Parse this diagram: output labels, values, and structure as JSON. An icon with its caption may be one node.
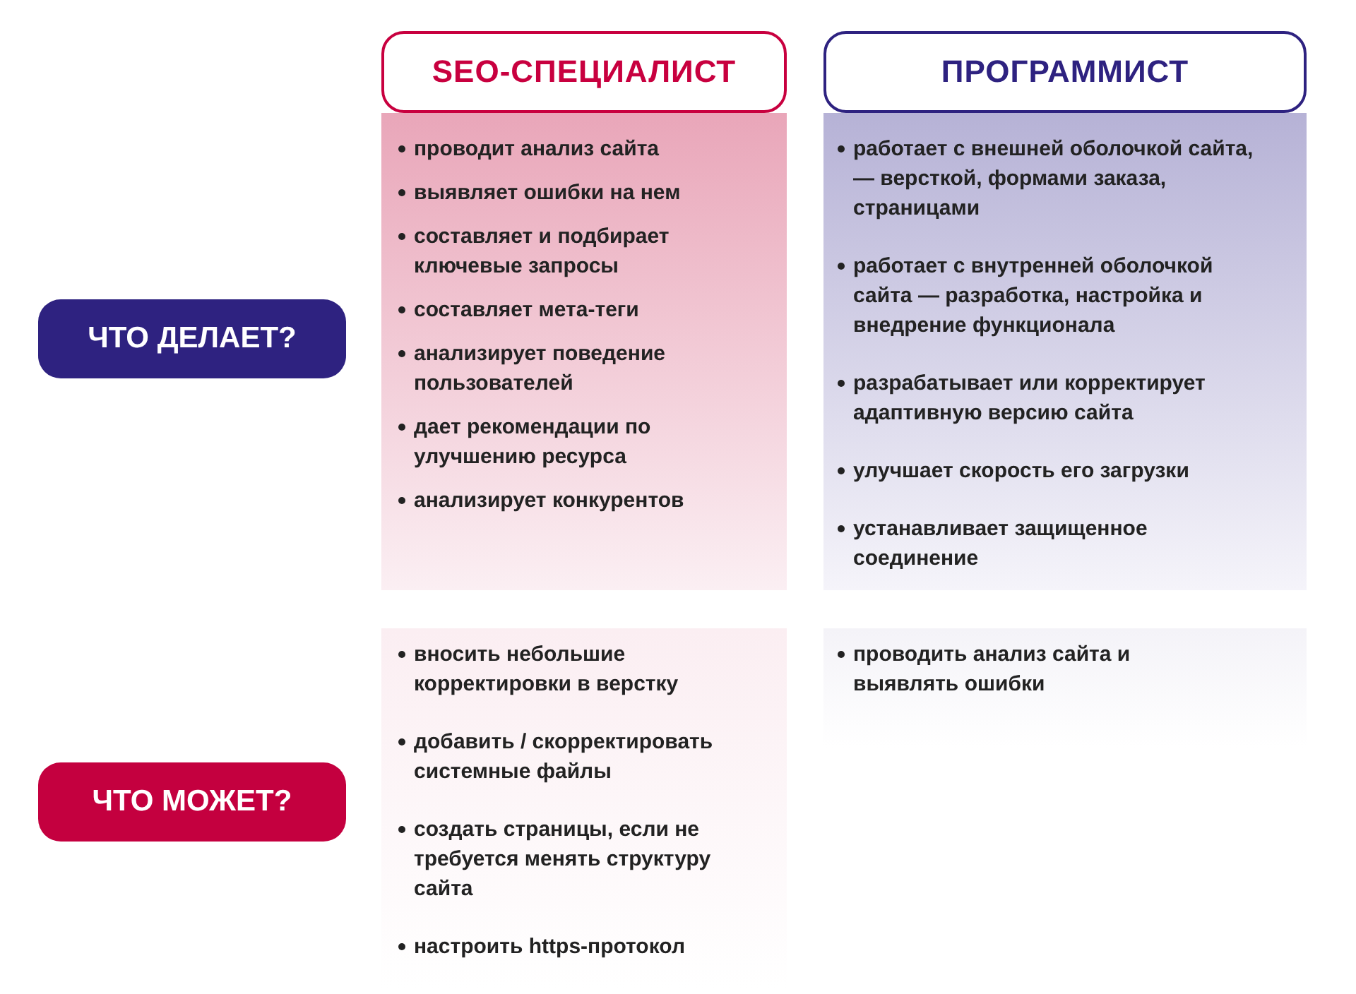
{
  "diagram": {
    "nodes": [
      {
        "text": [
          "SEO-СПЕЦИАЛИСТ"
        ]
      },
      {
        "text": [
          "ПРОГРАММИСТ"
        ]
      },
      {
        "text": [
          "ЧТО ДЕЛАЕТ?"
        ]
      },
      {
        "text": [
          "проводит анализ сайта",
          "выявляет ошибки на нем",
          "составляет и подбирает ключевые запросы",
          "составляет мета-теги",
          "анализирует поведение пользователей",
          "дает рекомендации по улучшению ресурса",
          "анализирует конкурентов"
        ]
      },
      {
        "text": [
          "работает с внешней оболочкой сайта, — версткой, формами заказа, страницами",
          "работает с внутренней оболочкой сайта — разработка, настройка и внедрение функционала",
          "разрабатывает или корректирует адаптивную версию сайта",
          "улучшает скорость его загрузки",
          "устанавливает защищенное соединение"
        ]
      },
      {
        "text": [
          "ЧТО МОЖЕТ?"
        ]
      },
      {
        "text": [
          "вносить небольшие корректировки в верстку",
          "добавить / скорректировать системные файлы",
          "создать страницы, если не требуется менять структуру сайта",
          "настроить https-протокол"
        ]
      },
      {
        "text": [
          "проводить анализ сайта и выявлять ошибки"
        ]
      }
    ]
  }
}
